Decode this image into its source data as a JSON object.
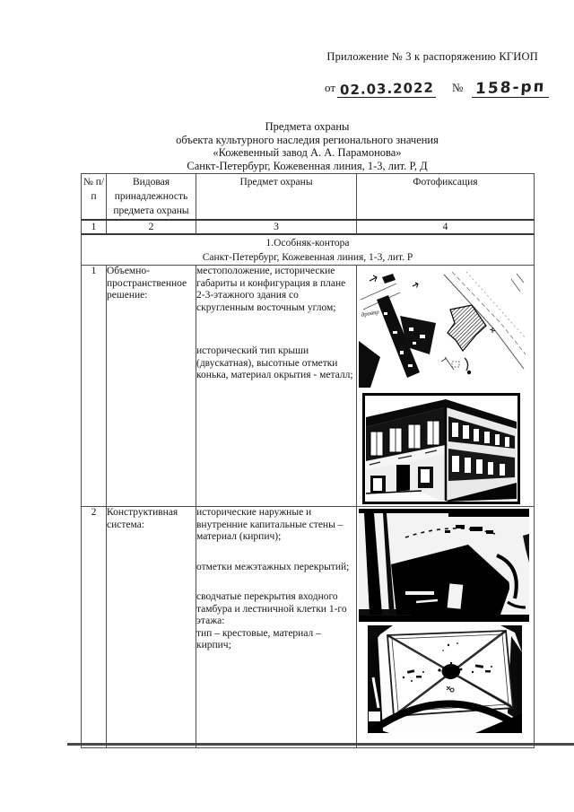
{
  "document": {
    "appendix_note": "Приложение № 3 к распоряжению КГИОП",
    "reference": {
      "from_label": "от",
      "date": "02.03.2022",
      "number_sign": "№",
      "number": "158-рп"
    },
    "title_lines": [
      "Предмета охраны",
      "объекта культурного наследия регионального значения",
      "«Кожевенный завод А. А. Парамонова»",
      "Санкт-Петербург, Кожевенная линия, 1-3, лит. Р, Д"
    ],
    "table": {
      "headers": [
        "№ п/п",
        "Видовая принадлежность предмета охраны",
        "Предмет охраны",
        "Фотофиксация"
      ],
      "column_numbers": [
        "1",
        "2",
        "3",
        "4"
      ],
      "section_header": {
        "line1": "1.Особняк-контора",
        "line2": "Санкт-Петербург, Кожевенная линия, 1-3, лит. Р"
      },
      "rows": [
        {
          "num": "1",
          "category": "Объемно-пространственное решение:",
          "items": [
            "местоположение, исторические габариты и конфигурация в плане 2-3-этажного здания со скругленным восточным углом;",
            "исторический тип крыши (двускатная), высотные отметки конька, материал окрытия - металл;"
          ],
          "photos": [
            "site-plan-drawing",
            "building-corner-facade-photo"
          ]
        },
        {
          "num": "2",
          "category": "Конструктивная система:",
          "items": [
            "исторические наружные и внутренние капитальные стены – материал (кирпич);",
            "отметки межэтажных перекрытий;",
            "сводчатые перекрытия входного тамбура и лестничной клетки 1-го этажа:\nтип – крестовые, материал – кирпич;"
          ],
          "photos": [
            "entrance-vault-interior-photo",
            "cross-vault-ceiling-photo"
          ]
        }
      ]
    },
    "site_plan": {
      "annotation": "дровяр"
    }
  }
}
